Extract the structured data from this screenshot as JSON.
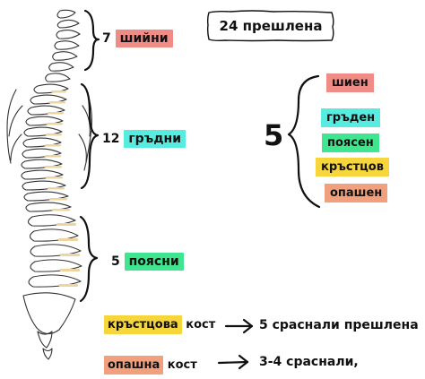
{
  "title": "24 прешлена",
  "number": "5",
  "left_labels": [
    {
      "num": "7",
      "word": "шийни",
      "color": "#f08b86"
    },
    {
      "num": "12",
      "word": "гръдни",
      "color": "#57ecdf"
    },
    {
      "num": "5",
      "word": "поясни",
      "color": "#3fe58f"
    }
  ],
  "right_list": [
    {
      "text": "шиен",
      "color": "#f08b86"
    },
    {
      "text": "гръден",
      "color": "#57ecdf"
    },
    {
      "text": "поясен",
      "color": "#3fe58f"
    },
    {
      "text": "кръстцов",
      "color": "#f6d63b"
    },
    {
      "text": "опашен",
      "color": "#f0a07c"
    }
  ],
  "bottom_rows": [
    {
      "prefix": "кръстцова",
      "suffix": "кост",
      "color": "#f6d63b",
      "result": "5 сраснали прешлена"
    },
    {
      "prefix": "опашна",
      "suffix": "кост",
      "color": "#f0a07c",
      "result": "3-4 сраснали,"
    }
  ]
}
